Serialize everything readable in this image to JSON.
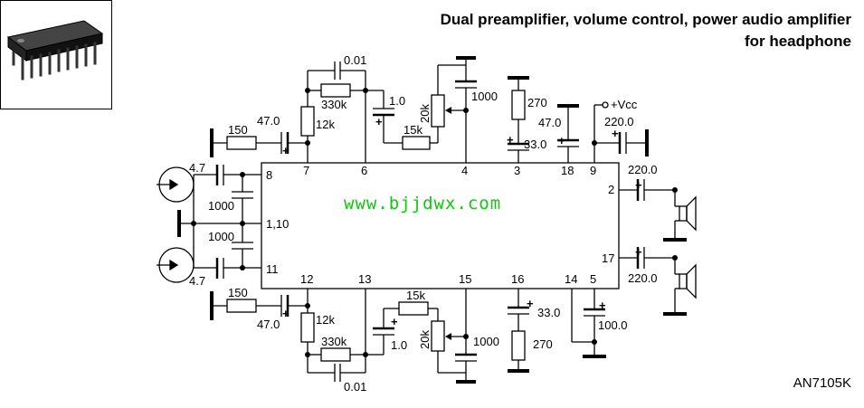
{
  "title_line1": "Dual preamplifier, volume control, power audio amplifier",
  "title_line2": "for headphone",
  "part_number": "AN7105K",
  "watermark": "www.bjjdwx.com",
  "pins": {
    "p7": "7",
    "p6": "6",
    "p4": "4",
    "p3": "3",
    "p18": "18",
    "p9": "9",
    "p8": "8",
    "p110": "1,10",
    "p11": "11",
    "p2": "2",
    "p17": "17",
    "p12": "12",
    "p13": "13",
    "p15": "15",
    "p16": "16",
    "p14": "14",
    "p5": "5"
  },
  "labels": {
    "c001_top": "0.01",
    "r330k_top": "330k",
    "r12k_top": "12k",
    "c47_top": "47.0",
    "r150_top": "150",
    "c10_top": "1.0",
    "r15k_top": "15k",
    "r20k_top": "20k",
    "c1000_top": "1000",
    "r270_top": "270",
    "c33_top": "33.0",
    "c47_18": "47.0",
    "vcc": "+Vcc",
    "c220_9": "220.0",
    "c47_in1": "4.7",
    "c1000_in1": "1000",
    "c1000_in2": "1000",
    "c47_in2": "4.7",
    "c220_2": "220.0",
    "c220_17": "220.0",
    "r150_bot": "150",
    "c47_bot": "47.0",
    "r12k_bot": "12k",
    "r330k_bot": "330k",
    "c001_bot": "0.01",
    "r15k_bot": "15k",
    "c10_bot": "1.0",
    "r20k_bot": "20k",
    "c1000_bot": "1000",
    "c33_bot": "33.0",
    "r270_bot": "270",
    "c100_bot": "100.0"
  },
  "icons": [
    "dip-ic-package-icon",
    "input-jack-icon",
    "speaker-icon",
    "ground-bar-icon"
  ],
  "colors": {
    "watermark": "#0fc70f",
    "lines": "#000000"
  }
}
